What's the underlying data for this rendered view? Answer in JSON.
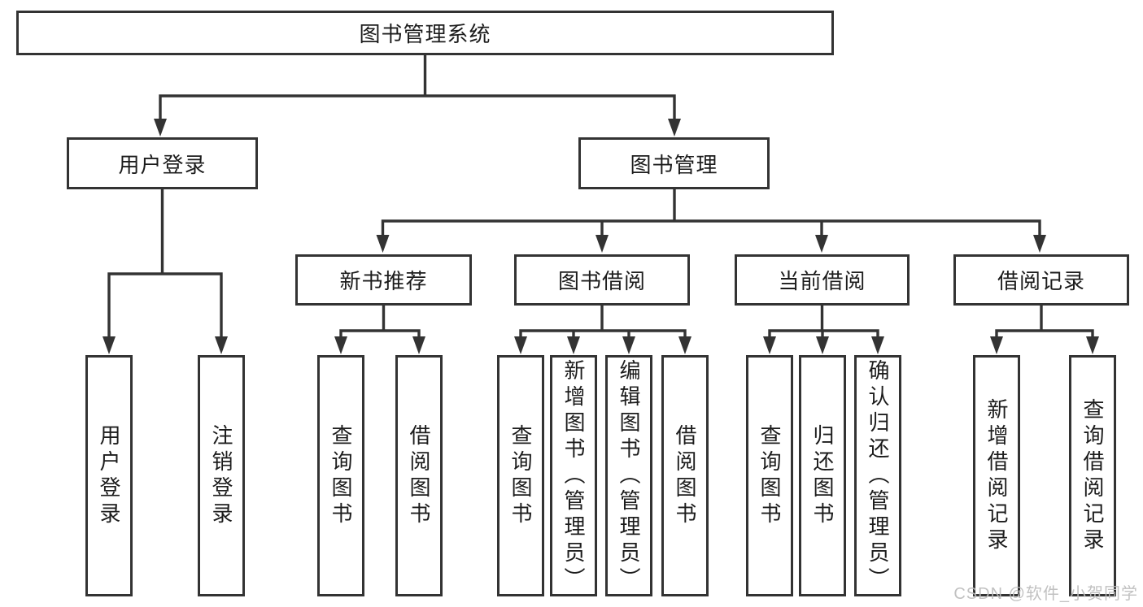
{
  "nodes": {
    "root": "图书管理系统",
    "level2": {
      "login": "用户登录",
      "management": "图书管理"
    },
    "level3": {
      "newbook": "新书推荐",
      "borrow": "图书借阅",
      "current": "当前借阅",
      "records": "借阅记录"
    },
    "leaves": {
      "login": [
        "用户登录",
        "注销登录"
      ],
      "newbook": [
        "查询图书",
        "借阅图书"
      ],
      "borrow": [
        "查询图书",
        "新增图书（管理员）",
        "编辑图书（管理员）",
        "借阅图书"
      ],
      "current": [
        "查询图书",
        "归还图书",
        "确认归还（管理员）"
      ],
      "records": [
        "新增借阅记录",
        "查询借阅记录"
      ]
    }
  },
  "watermark": "CSDN @软件_小贺同学",
  "colors": {
    "line": "#333333",
    "text": "#1c1c1c",
    "watermark": "#bcbcbc",
    "background": "#ffffff"
  }
}
